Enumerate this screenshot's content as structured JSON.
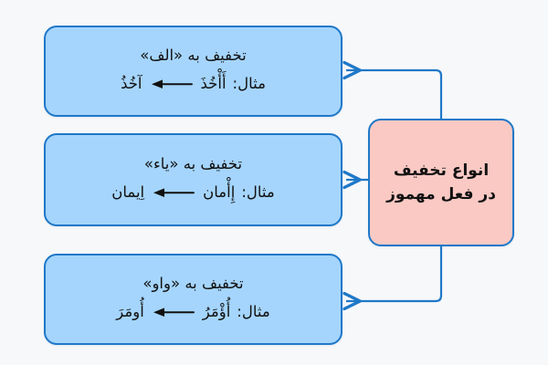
{
  "diagram": {
    "title": "انواع تخفیف در فعل مهموز",
    "direction": "rtl",
    "background_color": "#f7f8fa",
    "colors": {
      "branch_fill": "#a5d5fd",
      "root_fill": "#fac9c4",
      "stroke": "#1f78c8",
      "text": "#111111"
    },
    "root": {
      "line1": "انواع تخفیف",
      "line2": "در فعل مهموز"
    },
    "branches": [
      {
        "id": "alef",
        "title": "تخفیف به «الف»",
        "example_label": "مثال:",
        "example_from": "أَأْخُذَ",
        "example_arrow": "←",
        "example_to": "آخُذُ"
      },
      {
        "id": "yaa",
        "title": "تخفیف به «یاء»",
        "example_label": "مثال:",
        "example_from": "إِأْمان",
        "example_arrow": "←",
        "example_to": "اِیمان"
      },
      {
        "id": "waw",
        "title": "تخفیف به «واو»",
        "example_label": "مثال:",
        "example_from": "أُؤْمَرُ",
        "example_arrow": "←",
        "example_to": "أُومَرَ"
      }
    ]
  }
}
